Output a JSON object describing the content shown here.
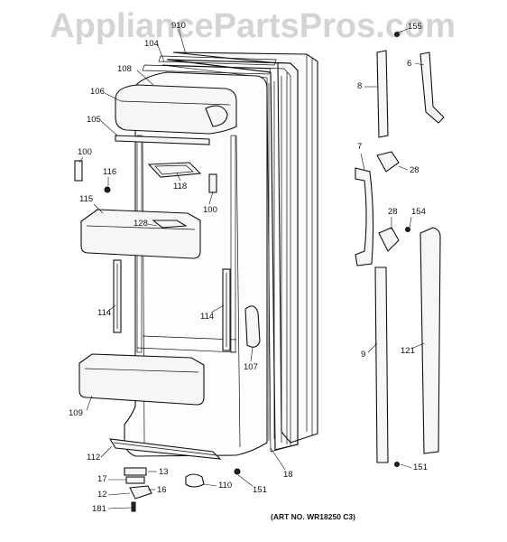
{
  "watermark": "AppliancePartsPros.com",
  "caption": "(ART NO. WR18250 C3)",
  "callouts": {
    "c910": "910",
    "c104": "104",
    "c108": "108",
    "c106": "106",
    "c105": "105",
    "c100a": "100",
    "c116": "116",
    "c118": "118",
    "c100b": "100",
    "c115": "115",
    "c128a": "128",
    "c114a": "114",
    "c114b": "114",
    "c107": "107",
    "c109": "109",
    "c112": "112",
    "c13": "13",
    "c17": "17",
    "c16": "16",
    "c12": "12",
    "c181": "181",
    "c110": "110",
    "c151a": "151",
    "c18": "18",
    "c155": "155",
    "c6": "6",
    "c8": "8",
    "c7": "7",
    "c28a": "28",
    "c28b": "28",
    "c154": "154",
    "c9": "9",
    "c121": "121",
    "c151b": "151"
  }
}
